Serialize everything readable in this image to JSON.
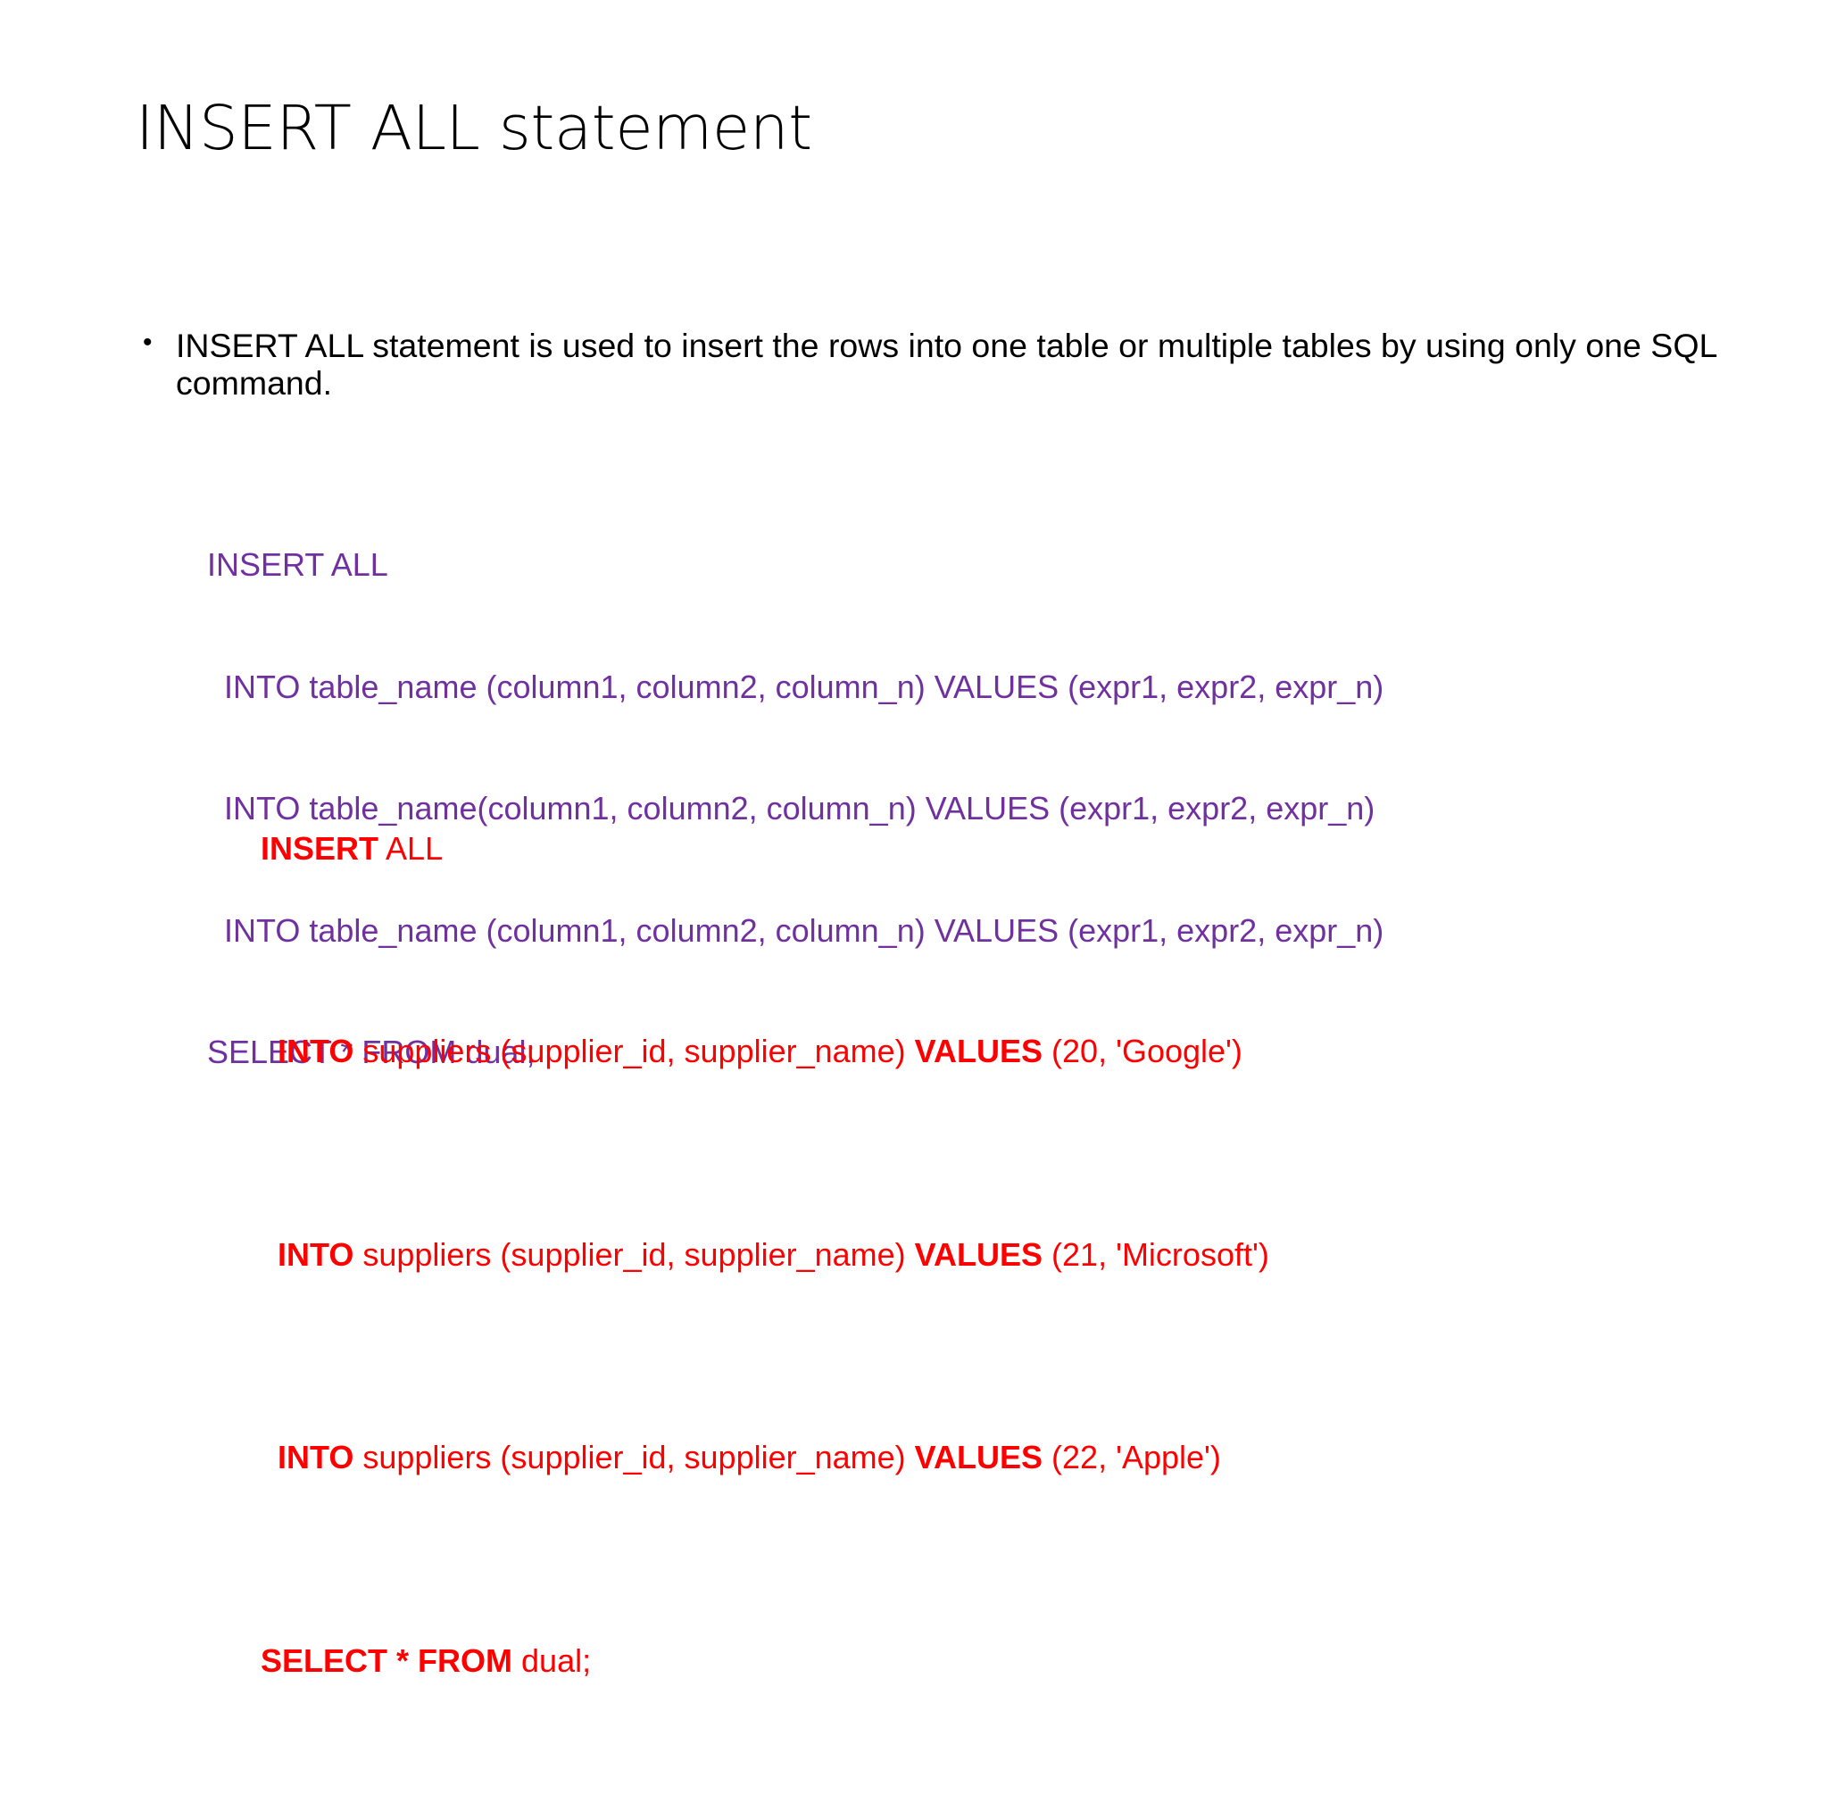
{
  "slide": {
    "title": "INSERT ALL statement",
    "background_color": "#FFFFFF",
    "bullets": [
      "INSERT ALL statement is used to insert the rows into one table or multiple tables by using only one SQL command."
    ],
    "code_blocks": [
      {
        "name": "syntax-block",
        "color": "#7030A0",
        "emphasis": "none",
        "lines": [
          {
            "indent": false,
            "bold_prefix": "",
            "rest": "INSERT ALL"
          },
          {
            "indent": true,
            "bold_prefix": "",
            "rest": "INTO table_name (column1, column2, column_n) VALUES (expr1, expr2, expr_n)"
          },
          {
            "indent": true,
            "bold_prefix": "",
            "rest": "INTO table_name(column1, column2, column_n) VALUES (expr1, expr2, expr_n)"
          },
          {
            "indent": true,
            "bold_prefix": "",
            "rest": "INTO table_name (column1, column2, column_n) VALUES (expr1, expr2, expr_n)"
          },
          {
            "indent": false,
            "bold_prefix": "",
            "rest": "SELECT * FROM dual;"
          }
        ]
      },
      {
        "name": "example-block",
        "color": "#FF0000",
        "emphasis": "keywords-bold",
        "lines": [
          {
            "indent": false,
            "bold_prefix": "INSERT",
            "rest": " ALL"
          },
          {
            "indent": true,
            "bold_prefix": "INTO",
            "rest": " suppliers (supplier_id, supplier_name) ",
            "bold_mid": "VALUES",
            "tail": " (20, 'Google')"
          },
          {
            "indent": true,
            "bold_prefix": "INTO",
            "rest": " suppliers (supplier_id, supplier_name) ",
            "bold_mid": "VALUES",
            "tail": " (21, 'Microsoft')"
          },
          {
            "indent": true,
            "bold_prefix": "INTO",
            "rest": " suppliers (supplier_id, supplier_name) ",
            "bold_mid": "VALUES",
            "tail": " (22, 'Apple')"
          },
          {
            "indent": false,
            "bold_prefix": "SELECT * FROM",
            "rest": " dual;"
          }
        ]
      }
    ]
  }
}
